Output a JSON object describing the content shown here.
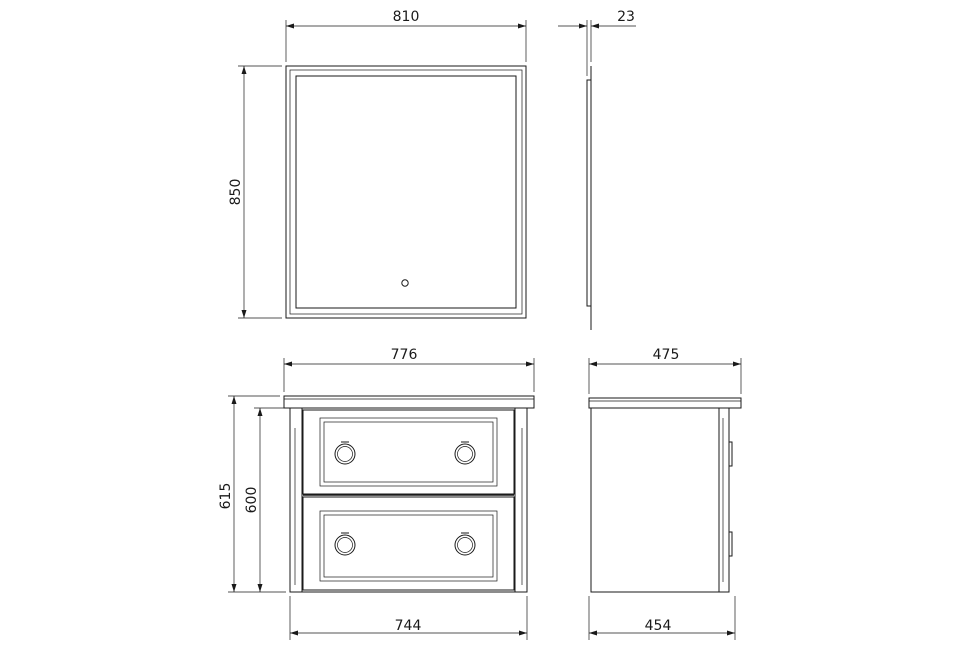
{
  "dimensions": {
    "mirror_width": "810",
    "mirror_depth": "23",
    "mirror_height": "850",
    "top_width": "776",
    "top_depth": "475",
    "total_height": "615",
    "body_height": "600",
    "body_width": "744",
    "body_depth": "454"
  },
  "colors": {
    "line": "#1a1a1a",
    "background": "#ffffff"
  }
}
